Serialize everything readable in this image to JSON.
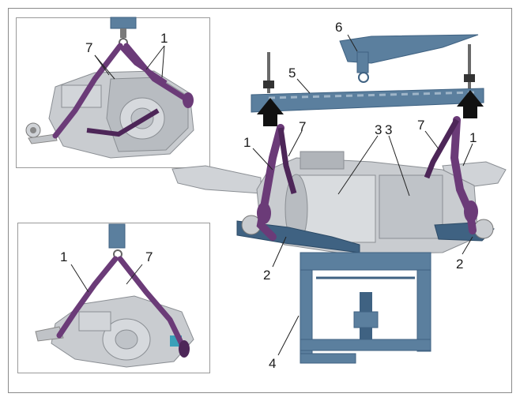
{
  "figure": {
    "colors": {
      "frame": "#8a8a8a",
      "casing": "#c9ccd0",
      "casing_dark": "#9ea3a8",
      "strap": "#6b3b78",
      "strap_dark": "#4d2658",
      "steel": "#5b7f9e",
      "steel_dark": "#3f6282",
      "arrow": "#111111"
    },
    "insets": [
      {
        "name": "top-left-inset",
        "callouts": [
          "7",
          "1"
        ]
      },
      {
        "name": "bottom-left-inset",
        "callouts": [
          "1",
          "7"
        ]
      }
    ],
    "main": {
      "callouts": [
        "6",
        "5",
        "3",
        "3",
        "1",
        "7",
        "7",
        "1",
        "2",
        "2",
        "4"
      ]
    }
  }
}
